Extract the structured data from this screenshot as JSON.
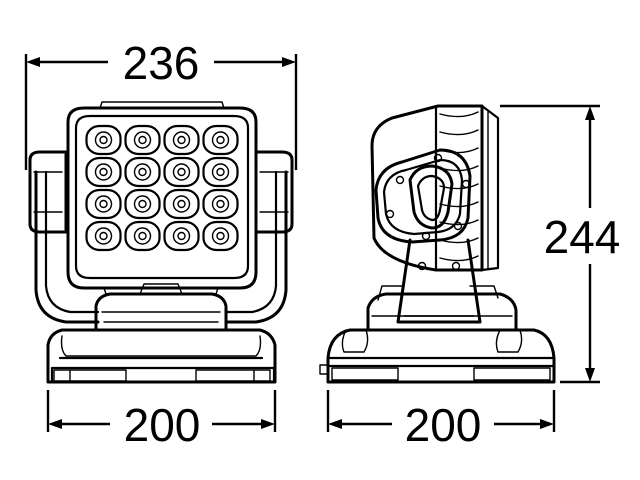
{
  "dimensions": {
    "front_width": "236",
    "front_base_width": "200",
    "side_base_width": "200",
    "side_height": "244"
  },
  "led_grid": {
    "rows": 4,
    "cols": 4
  }
}
